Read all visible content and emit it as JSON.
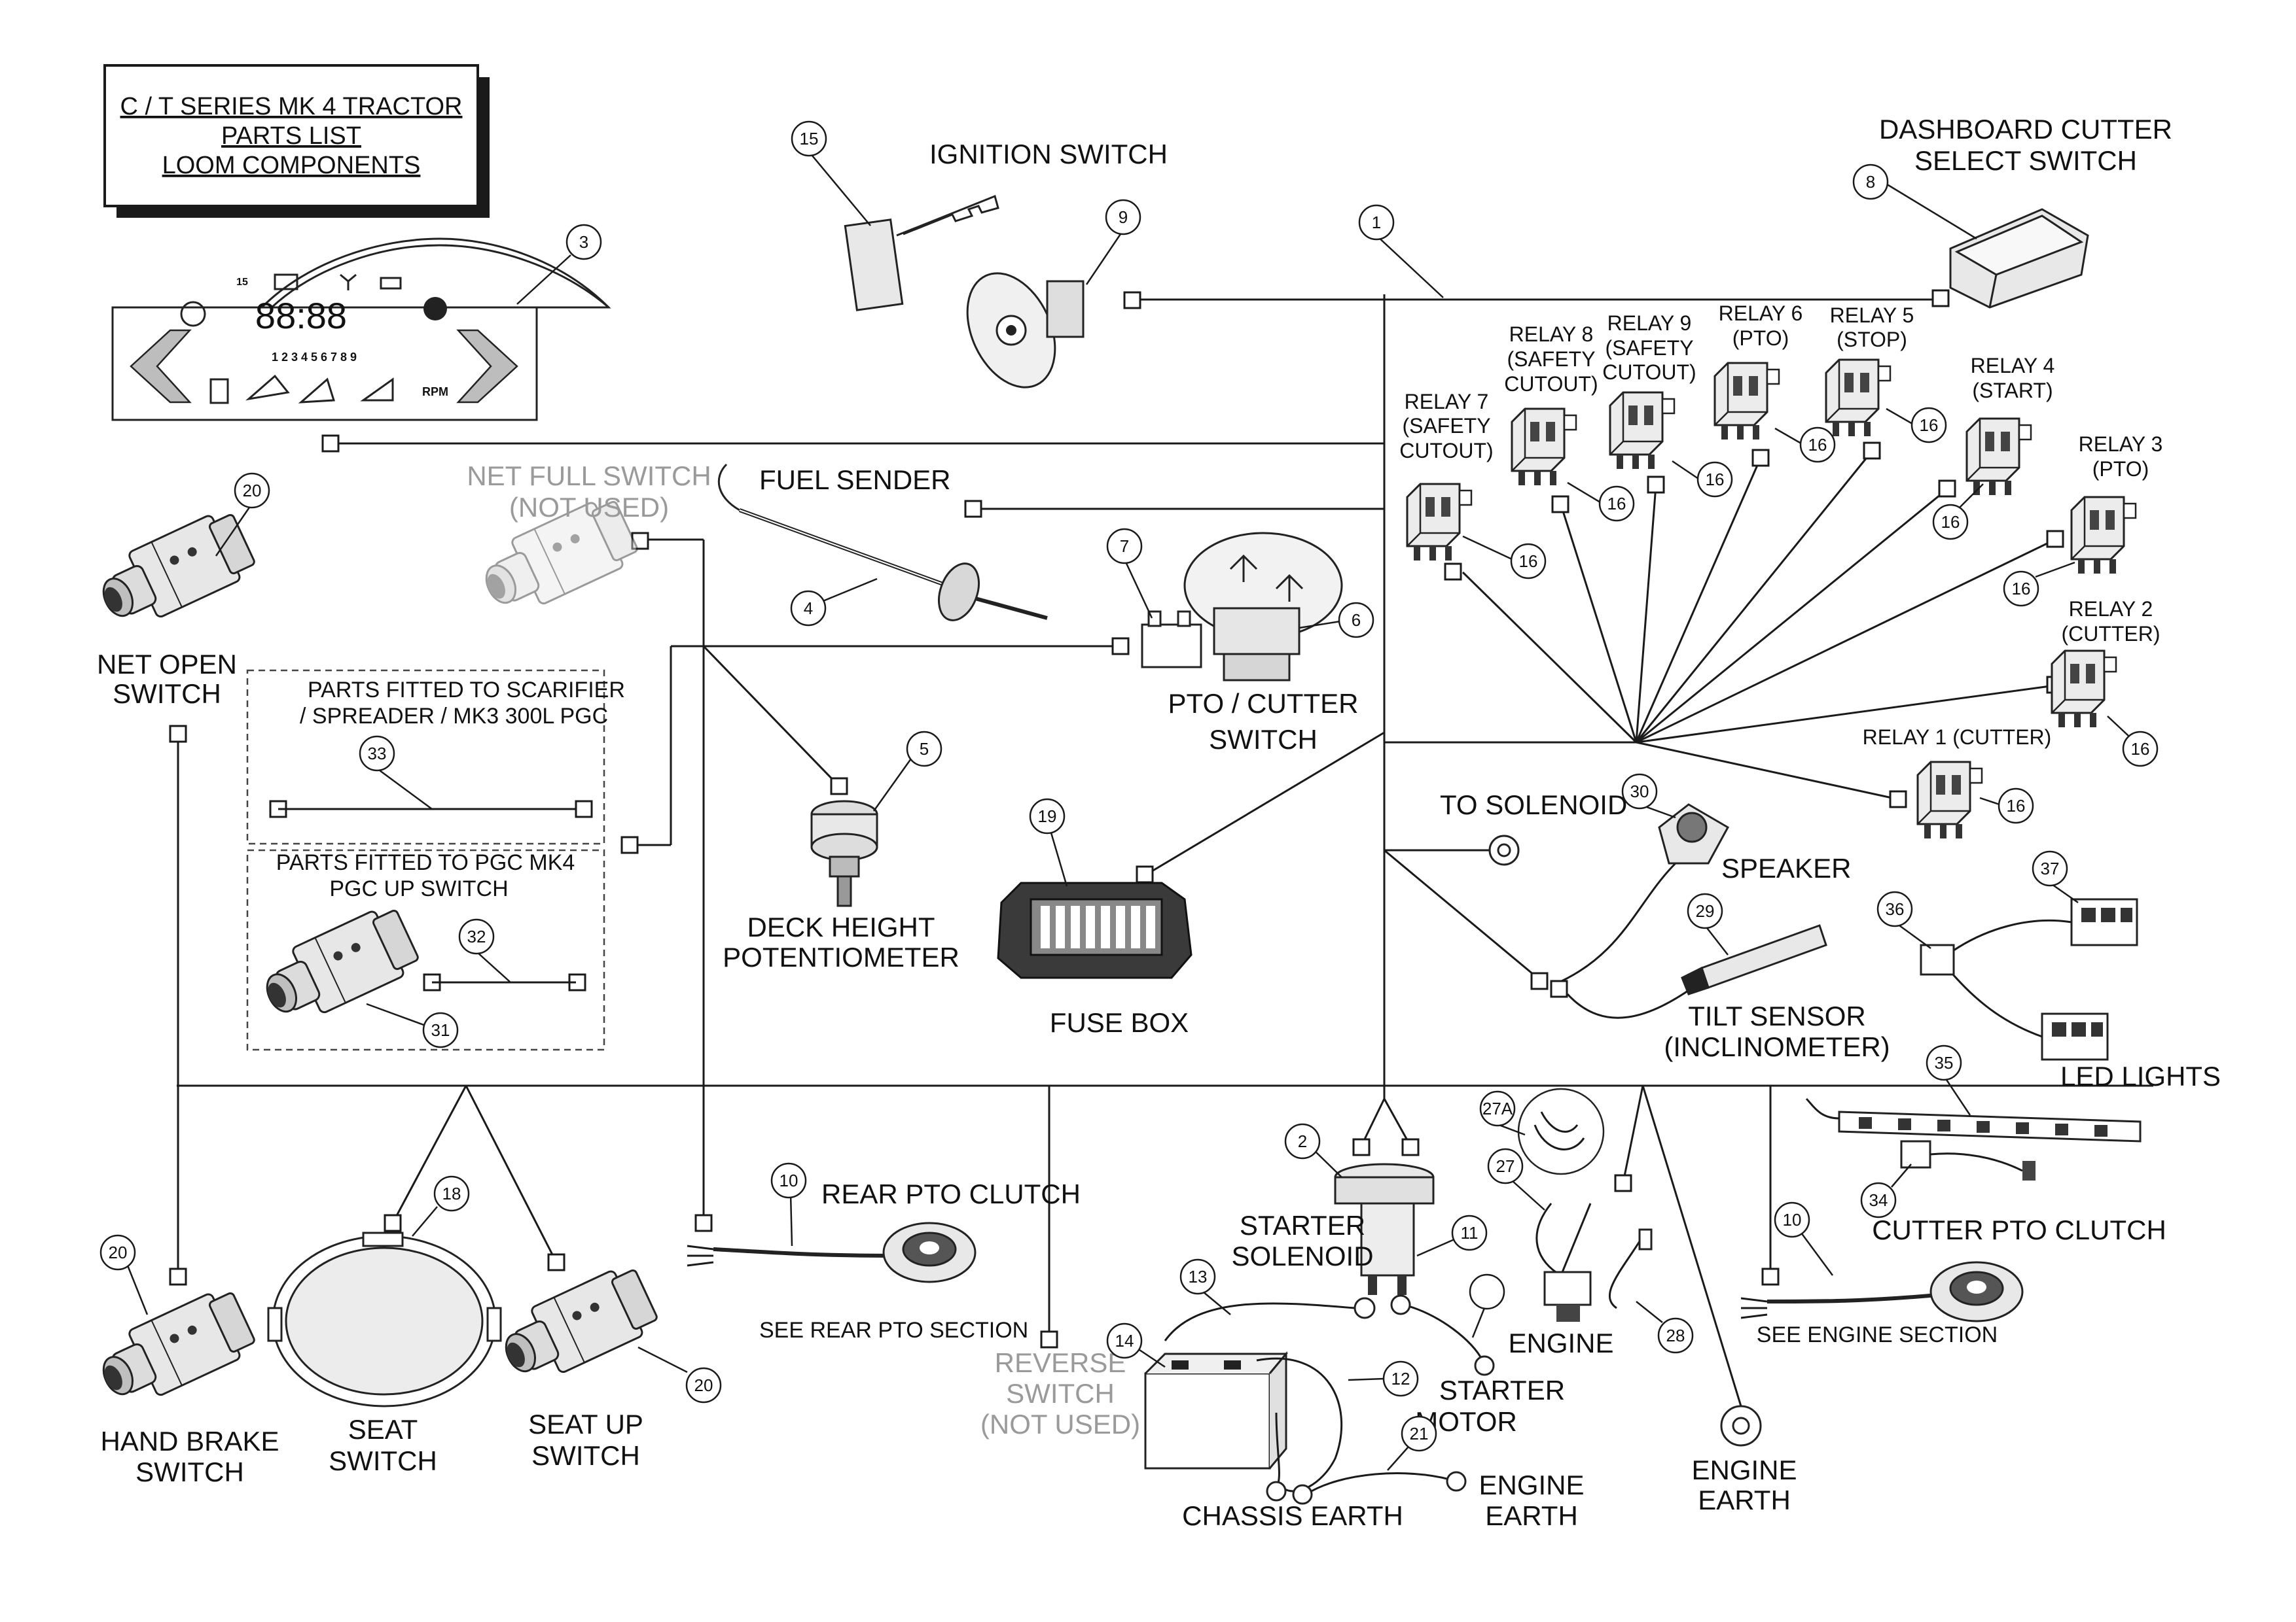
{
  "title_box": {
    "line1": "C / T SERIES MK 4 TRACTOR",
    "line2": "PARTS LIST",
    "line3": "LOOM COMPONENTS"
  },
  "dashboard": {
    "clock": "88:88",
    "digits": "1 2 3 4 5 6 7 8 9",
    "rpm": "RPM",
    "badge": "15"
  },
  "labels": {
    "ignition_switch": "IGNITION SWITCH",
    "dashboard_cutter_1": "DASHBOARD CUTTER",
    "dashboard_cutter_2": "SELECT SWITCH",
    "net_full_1": "NET FULL SWITCH",
    "net_full_2": "(NOT USED)",
    "fuel_sender": "FUEL SENDER",
    "net_open_1": "NET OPEN",
    "net_open_2": "SWITCH",
    "scarifier_1": "PARTS FITTED TO SCARIFIER",
    "scarifier_2": "/ SPREADER / MK3 300L PGC",
    "pgc_1": "PARTS FITTED TO PGC MK4",
    "pgc_2": "PGC UP SWITCH",
    "pto_cutter_1": "PTO / CUTTER",
    "pto_cutter_2": "SWITCH",
    "deck_1": "DECK HEIGHT",
    "deck_2": "POTENTIOMETER",
    "fuse_box": "FUSE BOX",
    "to_solenoid": "TO SOLENOID",
    "speaker": "SPEAKER",
    "tilt_1": "TILT SENSOR",
    "tilt_2": "(INCLINOMETER)",
    "led_lights": "LED LIGHTS",
    "rear_pto": "REAR PTO CLUTCH",
    "see_rear_pto": "SEE REAR PTO SECTION",
    "starter_sol_1": "STARTER",
    "starter_sol_2": "SOLENOID",
    "engine": "ENGINE",
    "cutter_pto": "CUTTER PTO CLUTCH",
    "see_engine": "SEE ENGINE SECTION",
    "hand_brake_1": "HAND BRAKE",
    "hand_brake_2": "SWITCH",
    "seat_1": "SEAT",
    "seat_2": "SWITCH",
    "seat_up_1": "SEAT UP",
    "seat_up_2": "SWITCH",
    "reverse_1": "REVERSE",
    "reverse_2": "SWITCH",
    "reverse_3": "(NOT USED)",
    "starter_motor_1": "STARTER",
    "starter_motor_2": "MOTOR",
    "chassis_earth": "CHASSIS EARTH",
    "engine_earth_a1": "ENGINE",
    "engine_earth_a2": "EARTH",
    "engine_earth_b1": "ENGINE",
    "engine_earth_b2": "EARTH"
  },
  "relays": {
    "r7": [
      "RELAY 7",
      "(SAFETY",
      "CUTOUT)"
    ],
    "r8": [
      "RELAY 8",
      "(SAFETY",
      "CUTOUT)"
    ],
    "r9": [
      "RELAY 9",
      "(SAFETY",
      "CUTOUT)"
    ],
    "r6": [
      "RELAY 6",
      "(PTO)"
    ],
    "r5": [
      "RELAY 5",
      "(STOP)"
    ],
    "r4": [
      "RELAY 4",
      "(START)"
    ],
    "r3": [
      "RELAY 3",
      "(PTO)"
    ],
    "r2": [
      "RELAY 2",
      "(CUTTER)"
    ],
    "r1": [
      "RELAY 1 (CUTTER)"
    ]
  },
  "balloons": {
    "b1": "1",
    "b2": "2",
    "b3": "3",
    "b4": "4",
    "b5": "5",
    "b6": "6",
    "b7": "7",
    "b8": "8",
    "b9": "9",
    "b10a": "10",
    "b10b": "10",
    "b11": "11",
    "b12": "12",
    "b13": "13",
    "b14": "14",
    "b15": "15",
    "b16": "16",
    "b18": "18",
    "b19": "19",
    "b20": "20",
    "b21": "21",
    "b27": "27",
    "b27a": "27A",
    "b28": "28",
    "b29": "29",
    "b30": "30",
    "b31": "31",
    "b32": "32",
    "b33": "33",
    "b34": "34",
    "b35": "35",
    "b36": "36",
    "b37": "37"
  }
}
